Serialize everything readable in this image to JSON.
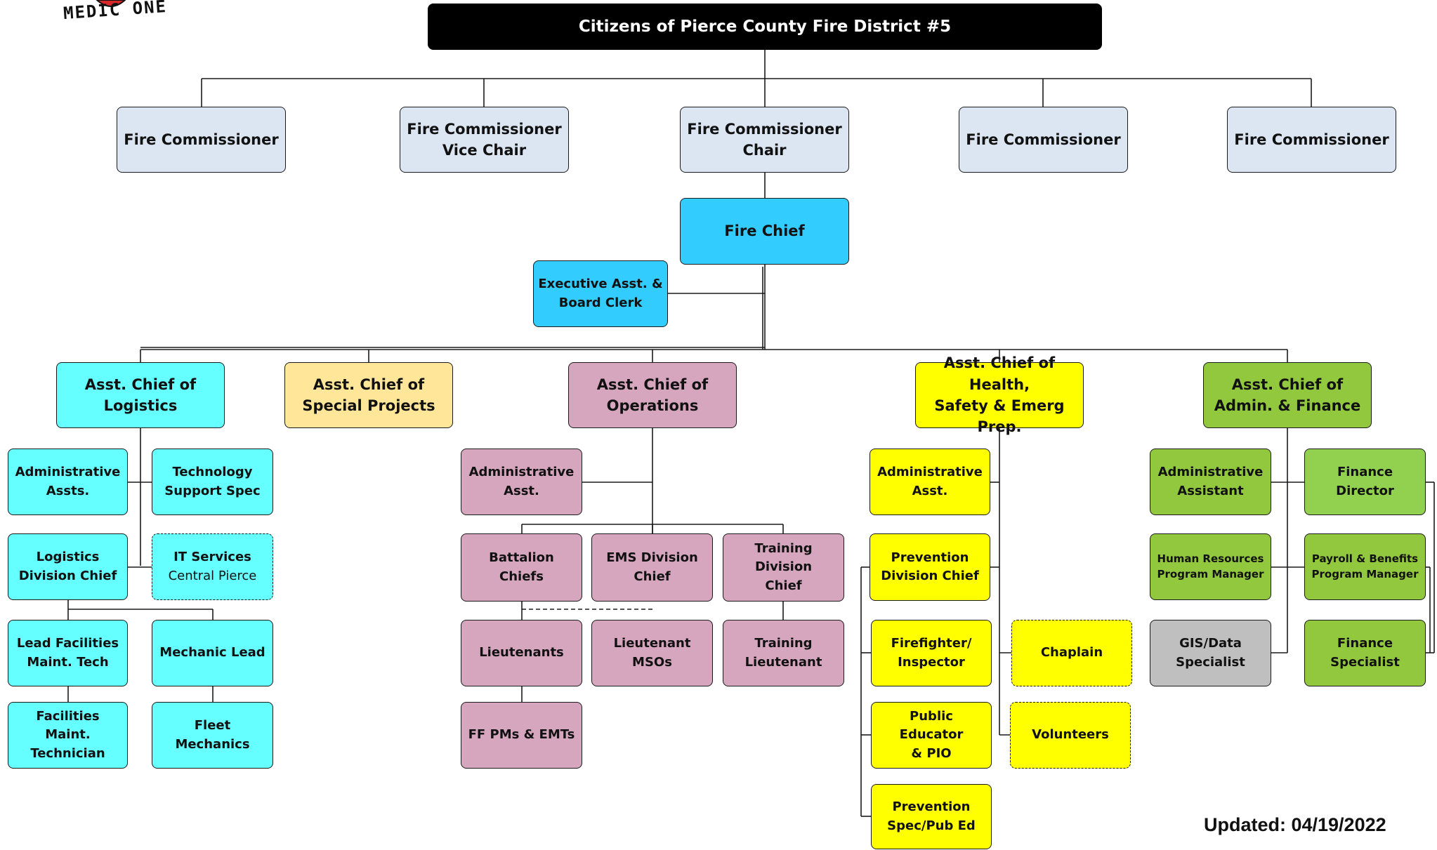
{
  "header": {
    "logo_text": "MEDIC ONE",
    "title": "Citizens of Pierce County Fire District #5"
  },
  "commissioners": {
    "c1": "Fire Commissioner",
    "c2_l1": "Fire Commissioner",
    "c2_l2": "Vice Chair",
    "c3_l1": "Fire Commissioner",
    "c3_l2": "Chair",
    "c4": "Fire Commissioner",
    "c5": "Fire Commissioner"
  },
  "chief": {
    "fire_chief": "Fire Chief",
    "exec_l1": "Executive Asst. &",
    "exec_l2": "Board Clerk"
  },
  "logistics": {
    "head_l1": "Asst. Chief of",
    "head_l2": "Logistics",
    "admin_l1": "Administrative",
    "admin_l2": "Assts.",
    "tech_l1": "Technology",
    "tech_l2": "Support Spec",
    "ldc_l1": "Logistics",
    "ldc_l2": "Division Chief",
    "it_l1": "IT Services",
    "it_l2": "Central Pierce",
    "lead_l1": "Lead Facilities",
    "lead_l2": "Maint. Tech",
    "mech": "Mechanic Lead",
    "fmt_l1": "Facilities Maint.",
    "fmt_l2": "Technician",
    "fleet": "Fleet Mechanics"
  },
  "special": {
    "head_l1": "Asst. Chief of",
    "head_l2": "Special Projects"
  },
  "operations": {
    "head_l1": "Asst. Chief of",
    "head_l2": "Operations",
    "admin_l1": "Administrative",
    "admin_l2": "Asst.",
    "bc": "Battalion Chiefs",
    "ems_l1": "EMS Division",
    "ems_l2": "Chief",
    "trn_l1": "Training Division",
    "trn_l2": "Chief",
    "lts": "Lieutenants",
    "msos_l1": "Lieutenant",
    "msos_l2": "MSOs",
    "tl_l1": "Training",
    "tl_l2": "Lieutenant",
    "ff": "FF PMs & EMTs"
  },
  "health": {
    "head_l1": "Asst. Chief of Health,",
    "head_l2": "Safety & Emerg Prep.",
    "admin_l1": "Administrative",
    "admin_l2": "Asst.",
    "pdc_l1": "Prevention",
    "pdc_l2": "Division Chief",
    "ffi_l1": "Firefighter/",
    "ffi_l2": "Inspector",
    "pe_l1": "Public Educator",
    "pe_l2": "& PIO",
    "ps_l1": "Prevention",
    "ps_l2": "Spec/Pub Ed",
    "chaplain": "Chaplain",
    "volunteers": "Volunteers"
  },
  "admin": {
    "head_l1": "Asst. Chief of",
    "head_l2": "Admin. & Finance",
    "aa_l1": "Administrative",
    "aa_l2": "Assistant",
    "fd": "Finance Director",
    "hr_l1": "Human Resources",
    "hr_l2": "Program Manager",
    "pb_l1": "Payroll & Benefits",
    "pb_l2": "Program Manager",
    "gis_l1": "GIS/Data",
    "gis_l2": "Specialist",
    "fs_l1": "Finance",
    "fs_l2": "Specialist"
  },
  "footer": {
    "updated": "Updated: 04/19/2022"
  },
  "colors": {
    "commissioner": "#dce6f2",
    "chief": "#33ccff",
    "logistics": "#66ffff",
    "special": "#ffe699",
    "operations": "#d5a6bd",
    "health": "#ffff00",
    "admin_dark": "#92c83e",
    "admin_light": "#92d050",
    "gis": "#bfbfbf"
  }
}
